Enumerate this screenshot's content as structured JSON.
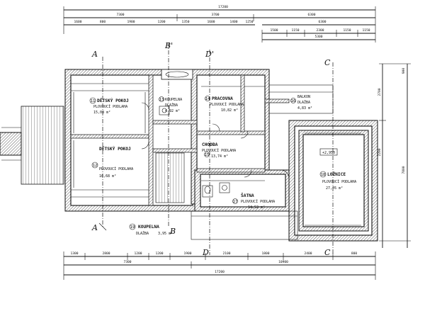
{
  "top_dims": {
    "overall": "17200",
    "left_total": "7300",
    "mid_total": "3700",
    "right_total": "6300",
    "right_sub": "6300",
    "row2": [
      "1600",
      "800",
      "1900",
      "1200",
      "1350",
      "1600",
      "1400",
      "1250"
    ],
    "row3": [
      "1500",
      "1150",
      "2300",
      "1150",
      "1150"
    ],
    "row3_total": "5300"
  },
  "bottom_dims": {
    "overall": "17200",
    "left": "7300",
    "right": "10900",
    "row": [
      "1300",
      "2800",
      "1200",
      "1200",
      "1900",
      "2100",
      "1800",
      "2400",
      "800"
    ]
  },
  "right_dims": {
    "outer": "7800",
    "parts": [
      "2700",
      "2200",
      "900"
    ]
  },
  "sections": {
    "a_top": "A",
    "a_bottom": "A",
    "b_top": "B'",
    "b_bottom": "B",
    "c_top": "C",
    "c_bottom": "C",
    "d_top": "D'",
    "d_bottom": "D"
  },
  "rooms": [
    {
      "num": "11",
      "name": "DĚTSKÝ POKOJ",
      "floor": "PLOVOUCÍ PODLAHA",
      "area": "15,08 m²"
    },
    {
      "num": "12",
      "name": "DĚTSKÝ POKOJ",
      "floor": "PLOVOUCÍ PODLAHA",
      "area": "16,68 m²"
    },
    {
      "num": "13",
      "name": "KOUPELNA",
      "floor": "DLAŽBA",
      "area": "4,92 m²"
    },
    {
      "num": "14",
      "name": "PRACOVNA",
      "floor": "PLOVOUCÍ PODLAHA",
      "area": "10,82 m²"
    },
    {
      "num": "15",
      "name": "CHODBA",
      "floor": "PLOVOUCÍ PODLAHA",
      "area": "13,74 m²"
    },
    {
      "num": "16",
      "name": "BALKON",
      "floor": "DLAŽBA",
      "area": "4,83 m²"
    },
    {
      "num": "17",
      "name": "ŠATNA",
      "floor": "PLOVOUCÍ PODLAHA",
      "area": "14,52 m²"
    },
    {
      "num": "18",
      "name": "LOŽNICE",
      "floor": "PLOVOUCÍ PODLAHA",
      "area": "27,76 m²"
    },
    {
      "num": "19",
      "name": "KOUPELNA",
      "floor": "DLAŽBA",
      "area": "3,95 m²"
    }
  ],
  "level_mark": "+2,950"
}
